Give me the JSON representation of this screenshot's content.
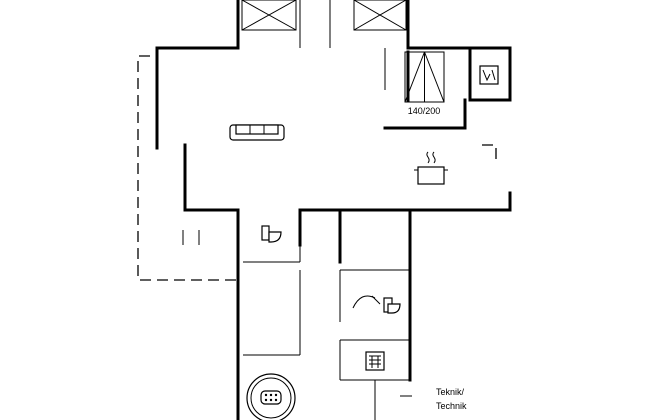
{
  "labels": {
    "bed_size": "140/200",
    "technical_room_line1": "Teknik/",
    "technical_room_line2": "Technik"
  },
  "icons": {
    "sofa": "sofa-icon",
    "cooking_pot": "cooking-pot-icon",
    "toilet": "toilet-icon",
    "shower_toilet": "shower-toilet-icon",
    "dishwasher": "dishwasher-icon",
    "washing_machine": "washing-machine-icon",
    "whirlpool": "whirlpool-icon"
  },
  "colors": {
    "line": "#000000",
    "background": "#ffffff"
  }
}
